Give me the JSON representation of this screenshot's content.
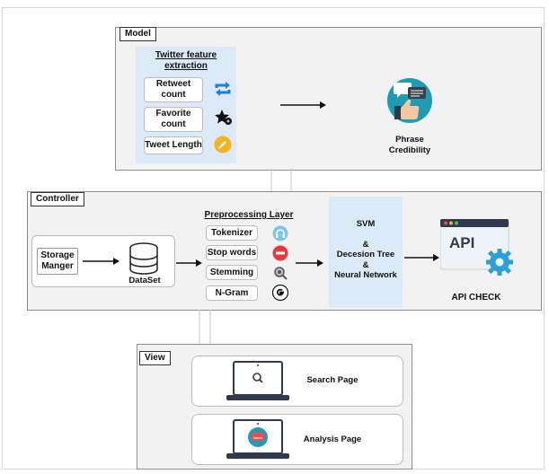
{
  "model": {
    "tag": "Model",
    "feature_title_line1": "Twitter feature",
    "feature_title_line2": "extraction",
    "features": [
      {
        "line1": "Retweet",
        "line2": "count",
        "icon": "retweet-icon"
      },
      {
        "line1": "Favorite",
        "line2": "count",
        "icon": "star-icon"
      },
      {
        "line1": "Tweet Length",
        "line2": "",
        "icon": "pencil-icon"
      }
    ],
    "credibility_line1": "Phrase",
    "credibility_line2": "Credibility"
  },
  "controller": {
    "tag": "Controller",
    "storage_line1": "Storage",
    "storage_line2": "Manger",
    "dataset": "DataSet",
    "preproc_title": "Preprocessing Layer",
    "preproc_items": [
      {
        "label": "Tokenizer",
        "icon": "headphones-icon"
      },
      {
        "label": "Stop words",
        "icon": "stop-icon"
      },
      {
        "label": "Stemming",
        "icon": "search-gear-icon"
      },
      {
        "label": "N-Gram",
        "icon": "google-icon"
      }
    ],
    "classifier_line1": "SVM",
    "classifier_line2": "&",
    "classifier_line3": "Decesion Tree",
    "classifier_line4": "&",
    "classifier_line5": "Neural Network",
    "api_text": "API",
    "api_check": "API CHECK"
  },
  "view": {
    "tag": "View",
    "search_page": "Search Page",
    "analysis_page": "Analysis Page"
  },
  "colors": {
    "panel": "#f2f2f2",
    "feature_box": "#dce9f7",
    "teal": "#1f9bb3",
    "api_blue": "#2a9fd8"
  }
}
